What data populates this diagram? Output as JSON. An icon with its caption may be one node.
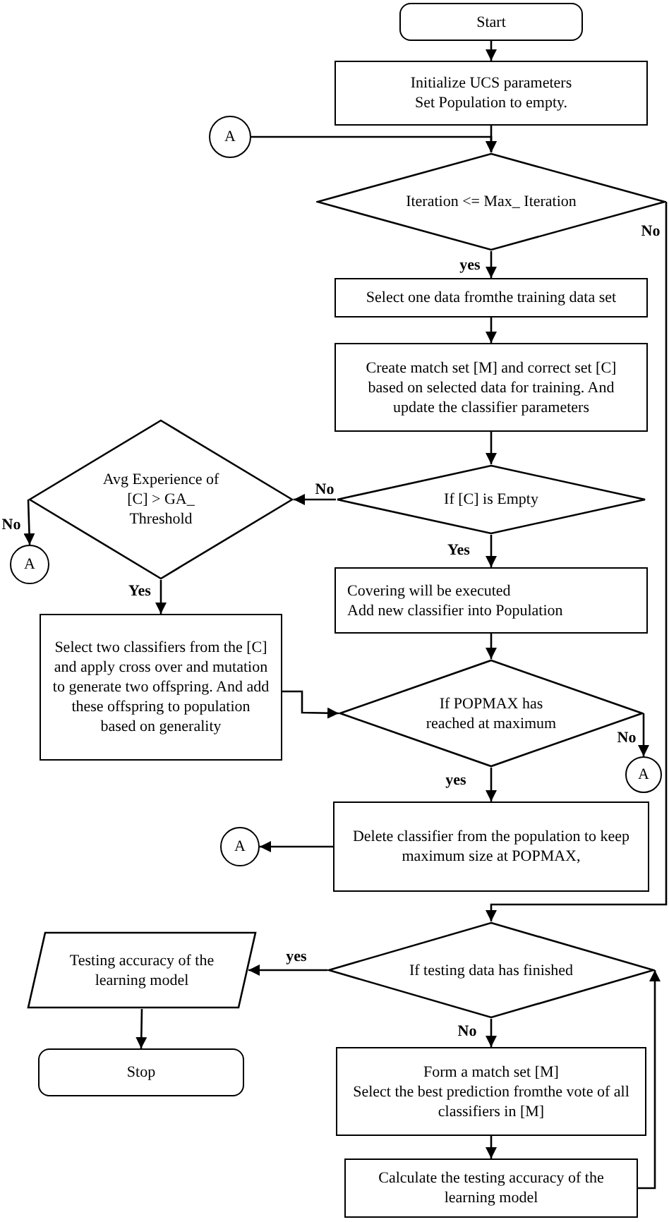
{
  "diagram": {
    "nodes": [
      {
        "text": [
          "Start"
        ]
      },
      {
        "text": [
          "Initialize UCS parameters",
          "Set Population to empty."
        ]
      },
      {
        "text": [
          "A"
        ]
      },
      {
        "text": [
          "Iteration <= Max_ Iteration"
        ]
      },
      {
        "text": [
          "Select one data fromthe training data set"
        ]
      },
      {
        "text": [
          "Create match set [M] and correct set [C] based on selected data for training. And update the classifier parameters"
        ]
      },
      {
        "text": [
          "Avg Experience of [C] > GA_ Threshold"
        ]
      },
      {
        "text": [
          "If [C] is Empty"
        ]
      },
      {
        "text": [
          "A"
        ]
      },
      {
        "text": [
          "Covering will be executed",
          "Add new classifier into Population"
        ]
      },
      {
        "text": [
          "Select two classifiers from the [C] and apply cross over and mutation to generate two offspring. And add these offspring to population based on generality"
        ]
      },
      {
        "text": [
          "If POPMAX has reached at maximum"
        ]
      },
      {
        "text": [
          "A"
        ]
      },
      {
        "text": [
          "Delete classifier from the population to keep maximum size at POPMAX,"
        ]
      },
      {
        "text": [
          "A"
        ]
      },
      {
        "text": [
          "If testing data has finished"
        ]
      },
      {
        "text": [
          "Testing accuracy of the learning model"
        ]
      },
      {
        "text": [
          "Stop"
        ]
      },
      {
        "text": [
          "Form a match set [M]",
          "Select the best prediction fromthe vote of all classifiers in [M]"
        ]
      },
      {
        "text": [
          "Calculate the testing accuracy of the learning model"
        ]
      }
    ],
    "edges": [
      {
        "from": 0,
        "to": 1,
        "arrow": "to"
      },
      {
        "from": 2,
        "to": 3,
        "arrow": "to"
      },
      {
        "from": 1,
        "to": 3,
        "arrow": "to"
      },
      {
        "from": 3,
        "to": 4,
        "arrow": "to",
        "label": "yes"
      },
      {
        "from": 3,
        "to": 15,
        "arrow": "to",
        "label": "No"
      },
      {
        "from": 4,
        "to": 5,
        "arrow": "to"
      },
      {
        "from": 5,
        "to": 7,
        "arrow": "to"
      },
      {
        "from": 7,
        "to": 6,
        "arrow": "to",
        "label": "No"
      },
      {
        "from": 7,
        "to": 9,
        "arrow": "to",
        "label": "Yes"
      },
      {
        "from": 6,
        "to": 8,
        "arrow": "to",
        "label": "No"
      },
      {
        "from": 6,
        "to": 10,
        "arrow": "to",
        "label": "Yes"
      },
      {
        "from": 9,
        "to": 11,
        "arrow": "to"
      },
      {
        "from": 10,
        "to": 11,
        "arrow": "to"
      },
      {
        "from": 11,
        "to": 12,
        "arrow": "to",
        "label": "No"
      },
      {
        "from": 11,
        "to": 13,
        "arrow": "to",
        "label": "yes"
      },
      {
        "from": 13,
        "to": 14,
        "arrow": "to"
      },
      {
        "from": 15,
        "to": 16,
        "arrow": "to",
        "label": "yes"
      },
      {
        "from": 16,
        "to": 17,
        "arrow": "to"
      },
      {
        "from": 15,
        "to": 18,
        "arrow": "to",
        "label": "No"
      },
      {
        "from": 18,
        "to": 19,
        "arrow": "to"
      },
      {
        "from": 19,
        "to": 15,
        "arrow": "to"
      }
    ]
  }
}
